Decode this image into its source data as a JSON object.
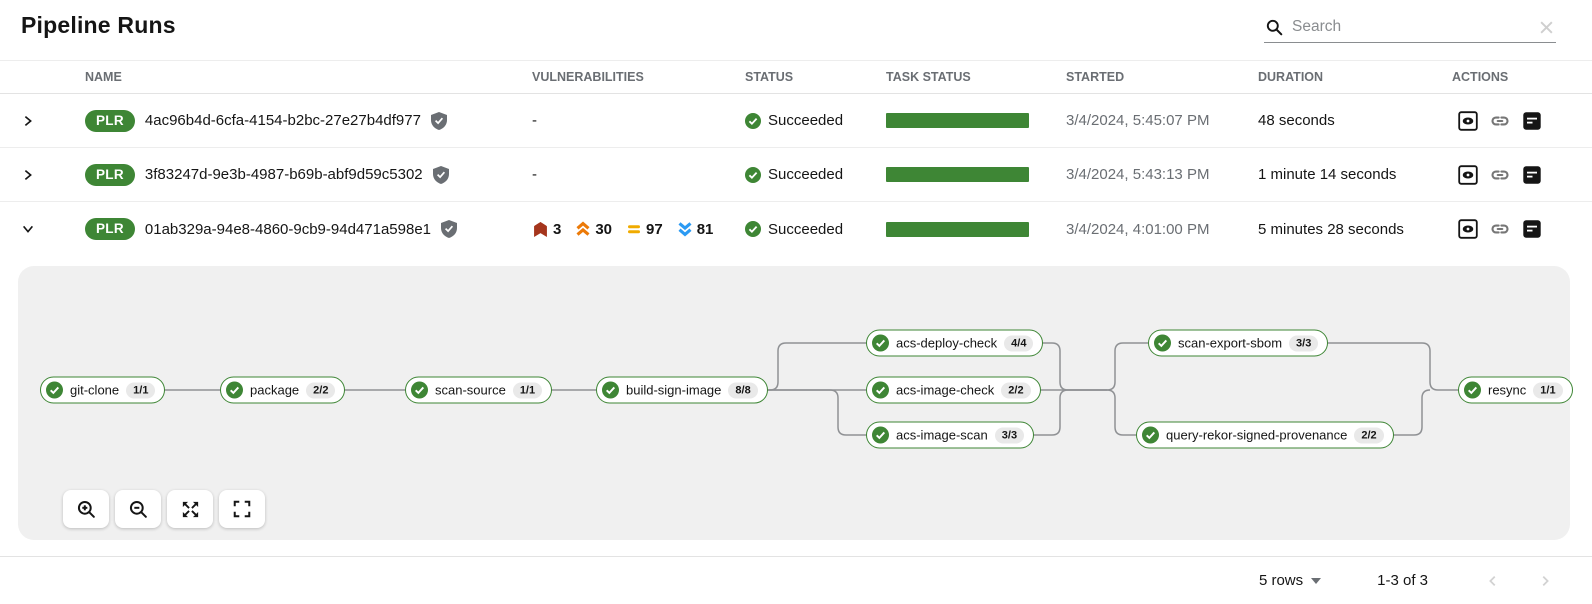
{
  "page": {
    "title": "Pipeline Runs"
  },
  "search": {
    "placeholder": "Search"
  },
  "table": {
    "columns": {
      "name": "NAME",
      "vulnerabilities": "VULNERABILITIES",
      "status": "STATUS",
      "task_status": "TASK STATUS",
      "started": "STARTED",
      "duration": "DURATION",
      "actions": "ACTIONS"
    },
    "rows": [
      {
        "badge": "PLR",
        "name": "4ac96b4d-6cfa-4154-b2bc-27e27b4df977",
        "vulnerabilities_text": "-",
        "status": "Succeeded",
        "task_progress_percent": 100,
        "started": "3/4/2024, 5:45:07 PM",
        "duration": "48 seconds"
      },
      {
        "badge": "PLR",
        "name": "3f83247d-9e3b-4987-b69b-abf9d59c5302",
        "vulnerabilities_text": "-",
        "status": "Succeeded",
        "task_progress_percent": 100,
        "started": "3/4/2024, 5:43:13 PM",
        "duration": "1 minute 14 seconds"
      },
      {
        "badge": "PLR",
        "name": "01ab329a-94e8-4860-9cb9-94d471a598e1",
        "vulnerabilities": {
          "critical": "3",
          "high": "30",
          "medium": "97",
          "low": "81"
        },
        "status": "Succeeded",
        "task_progress_percent": 100,
        "started": "3/4/2024, 4:01:00 PM",
        "duration": "5 minutes 28 seconds"
      }
    ]
  },
  "pipeline_graph": {
    "tasks": [
      {
        "label": "git-clone",
        "count": "1/1",
        "status": "succeeded"
      },
      {
        "label": "package",
        "count": "2/2",
        "status": "succeeded"
      },
      {
        "label": "scan-source",
        "count": "1/1",
        "status": "succeeded"
      },
      {
        "label": "build-sign-image",
        "count": "8/8",
        "status": "succeeded"
      },
      {
        "label": "acs-deploy-check",
        "count": "4/4",
        "status": "succeeded"
      },
      {
        "label": "acs-image-check",
        "count": "2/2",
        "status": "succeeded"
      },
      {
        "label": "acs-image-scan",
        "count": "3/3",
        "status": "succeeded"
      },
      {
        "label": "scan-export-sbom",
        "count": "3/3",
        "status": "succeeded"
      },
      {
        "label": "query-rekor-signed-provenance",
        "count": "2/2",
        "status": "succeeded"
      },
      {
        "label": "resync",
        "count": "1/1",
        "status": "succeeded"
      }
    ]
  },
  "pagination": {
    "rows_per_page": "5 rows",
    "range_label": "1-3 of 3"
  },
  "icons": {
    "search": "magnifier",
    "clear": "x-cross",
    "signed": "shield-check",
    "succeeded": "check-circle",
    "critical": "filled-banner",
    "high": "angle-double-up",
    "medium": "equals",
    "low": "angle-double-down",
    "view_output": "eye-in-square",
    "link": "chain",
    "logs": "document-lines",
    "zoom_in": "magnifier-plus",
    "zoom_out": "magnifier-minus",
    "fit": "expand-arrows",
    "fullscreen": "corner-brackets"
  },
  "colors": {
    "success_green": "#3e8635",
    "critical": "#a5351c",
    "high": "#ec7a08",
    "medium": "#f0ab00",
    "low": "#2b9af3",
    "panel_bg": "#f0f0f0",
    "muted_text": "#6a6e73"
  }
}
